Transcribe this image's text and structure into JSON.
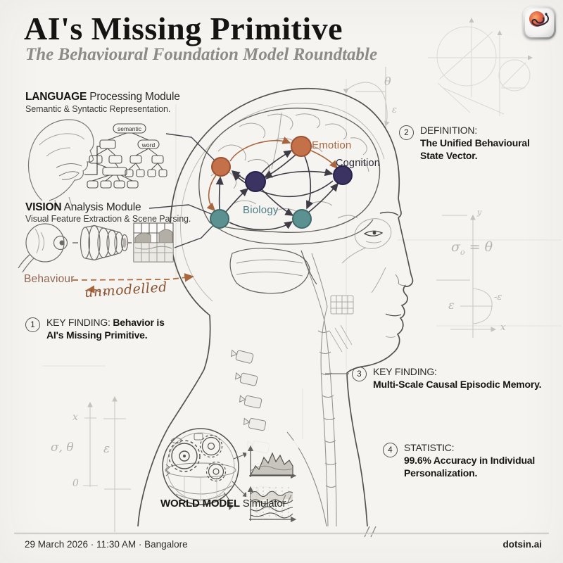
{
  "header": {
    "title": "AI's Missing Primitive",
    "subtitle": "The Behavioural Foundation Model Roundtable"
  },
  "modules": {
    "language": {
      "name": "LANGUAGE",
      "rest": " Processing Module",
      "subtitle": "Semantic & Syntactic Representation.",
      "tree": {
        "root": "semantic",
        "node": "word"
      }
    },
    "vision": {
      "name": "VISION",
      "rest": " Analysis Module",
      "subtitle": "Visual Feature Extraction & Scene Parsing."
    },
    "world_model": {
      "name": "WORLD MODEL",
      "rest": " Simulator"
    }
  },
  "behaviour": {
    "label": "Behaviour",
    "annotation": "unmodelled",
    "color": "#a8663e"
  },
  "graph": {
    "nodes": [
      {
        "id": "emotion",
        "label": "Emotion",
        "color": "#c4714a",
        "text_color": "#a8663e"
      },
      {
        "id": "cognition",
        "label": "Cognition",
        "color": "#3b3462",
        "text_color": "#2b2a33"
      },
      {
        "id": "biology",
        "label": "Biology",
        "color": "#5c9191",
        "text_color": "#4d7d85"
      }
    ]
  },
  "callouts": [
    {
      "number": "1",
      "kicker": "KEY FINDING: ",
      "text": "Behavior is AI's Missing Primitive."
    },
    {
      "number": "2",
      "kicker": "DEFINITION:",
      "text": "The Unified Behavioural State Vector."
    },
    {
      "number": "3",
      "kicker": "KEY FINDING:",
      "text": "Multi-Scale Causal Episodic Memory."
    },
    {
      "number": "4",
      "kicker": "STATISTIC:",
      "text": "99.6% Accuracy in Individual Personalization."
    }
  ],
  "math": {
    "theta": "θ",
    "epsilon_top": "ε",
    "y_axis": "y",
    "sigma_base": "σ",
    "sigma_sub": "o",
    "sigma_eq_rest": " = θ",
    "epsilon_right": "ε",
    "neg_epsilon": "-ε",
    "x_axis_right": "x",
    "x_tick_left": "x",
    "sigma_theta": "σ, θ",
    "epsilon_left": "ε",
    "zero": "0"
  },
  "footer": {
    "meta": "29 March 2026 · 11:30 AM · Bangalore",
    "brand": "dotsin.ai"
  }
}
